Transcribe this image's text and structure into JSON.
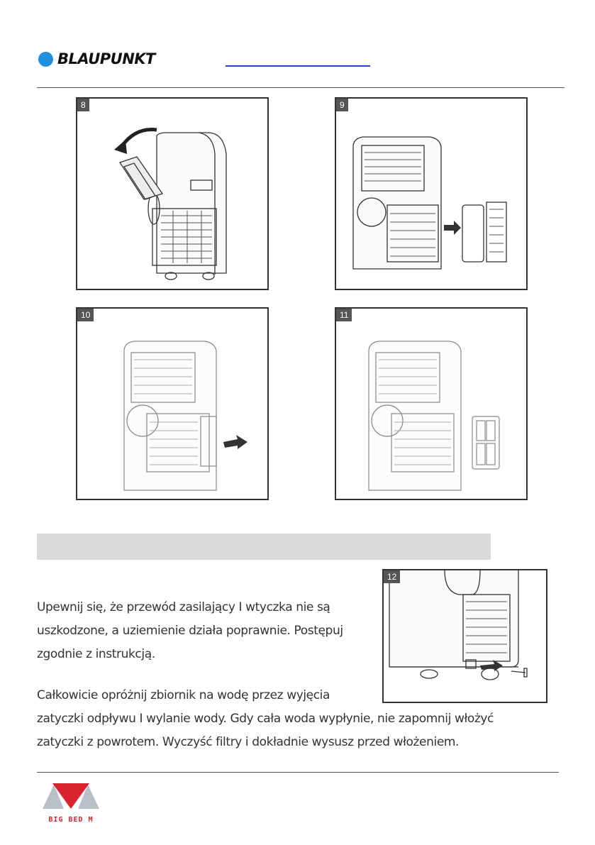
{
  "header": {
    "brand": "BLAUPUNKT",
    "brand_color": "#1f8fe0"
  },
  "figures": [
    {
      "number": "8"
    },
    {
      "number": "9"
    },
    {
      "number": "10"
    },
    {
      "number": "11"
    },
    {
      "number": "12"
    }
  ],
  "section_bar": {
    "title": ""
  },
  "paragraphs": {
    "p1_line1": "Upewnij się, że przewód zasilający I wtyczka nie są",
    "p1_line2": "uszkodzone, a uziemienie działa poprawnie. Postępuj",
    "p1_line3": "zgodnie z instrukcją.",
    "p2_line1": "Całkowicie opróżnij zbiornik na wodę przez wyjęcia",
    "p2_line2": "zatyczki odpływu I wylanie wody. Gdy cała woda wypłynie, nie zapomnij włożyć",
    "p2_line3": "zatyczki z powrotem. Wyczyść filtry i dokładnie wysusz przed włożeniem."
  },
  "footer": {
    "logo_text": "BIG BED M",
    "logo_color": "#d9232e"
  }
}
